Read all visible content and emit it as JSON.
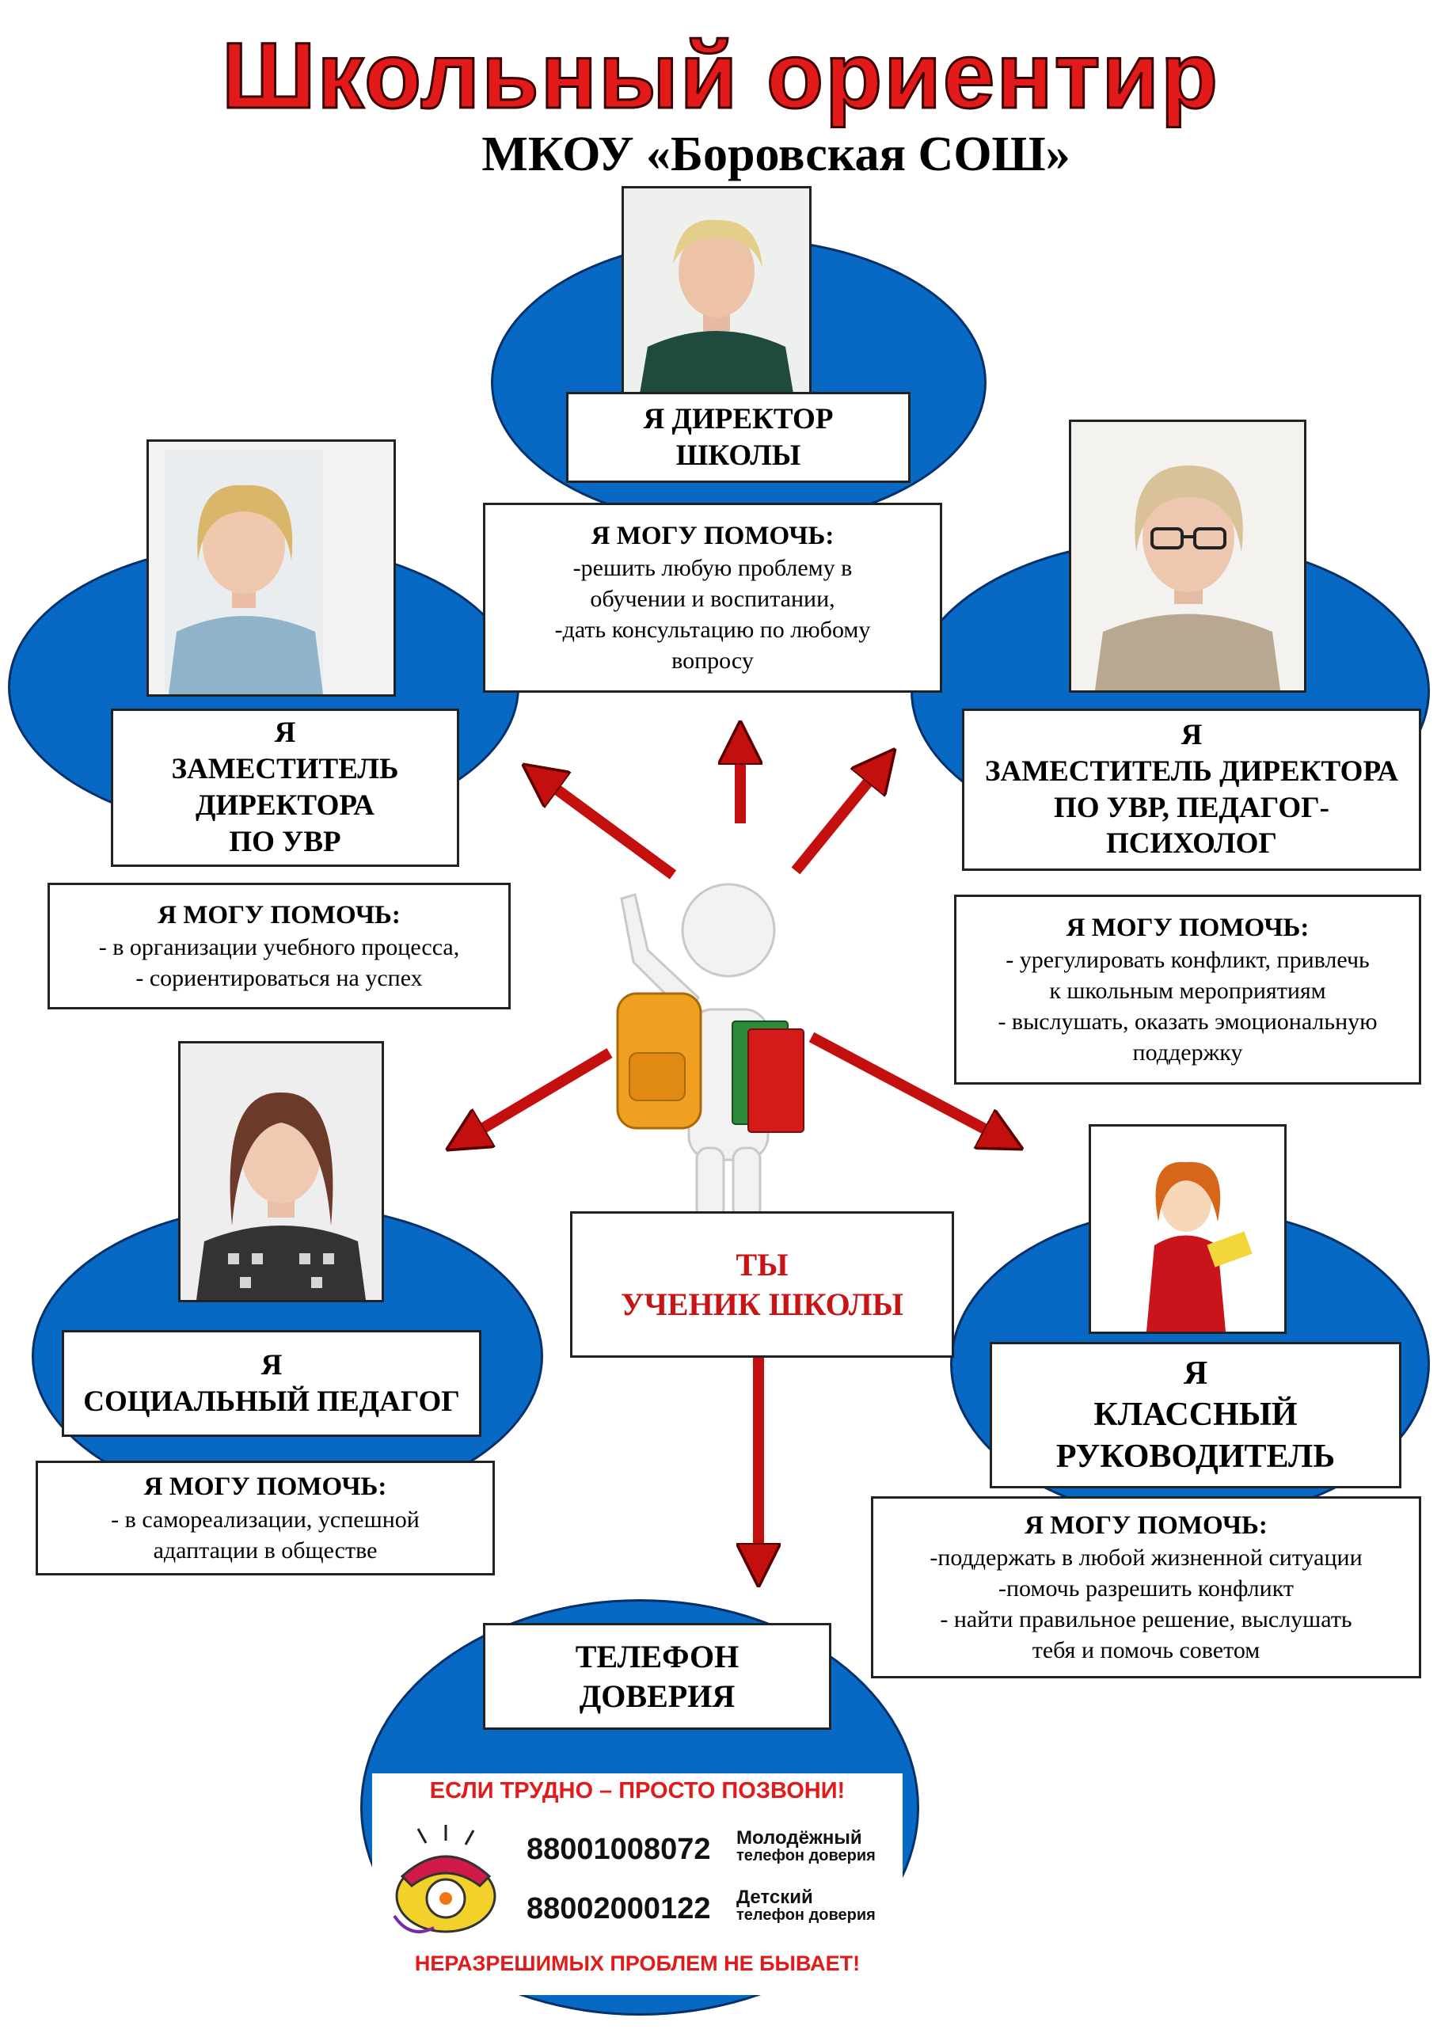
{
  "header": {
    "title": "Школьный ориентир",
    "subtitle": "МКОУ «Боровская СОШ»"
  },
  "director": {
    "role_line1": "Я ДИРЕКТОР",
    "role_line2": "ШКОЛЫ",
    "help_title": "Я МОГУ ПОМОЧЬ:",
    "help_lines": [
      "-решить любую проблему в",
      "обучении и воспитании,",
      "-дать консультацию по любому",
      "вопросу"
    ]
  },
  "deputy_uvr": {
    "role_lines": [
      "Я",
      "ЗАМЕСТИТЕЛЬ",
      "ДИРЕКТОРА",
      "ПО УВР"
    ],
    "help_title": "Я МОГУ ПОМОЧЬ:",
    "help_lines": [
      "- в организации учебного процесса,",
      "- сориентироваться на успех"
    ]
  },
  "deputy_psych": {
    "role_lines": [
      "Я",
      "ЗАМЕСТИТЕЛЬ ДИРЕКТОРА",
      "ПО УВР, ПЕДАГОГ-",
      "ПСИХОЛОГ"
    ],
    "help_title": "Я МОГУ ПОМОЧЬ:",
    "help_lines": [
      "- урегулировать конфликт, привлечь",
      "к школьным мероприятиям",
      "- выслушать, оказать эмоциональную",
      "поддержку"
    ]
  },
  "social_teacher": {
    "role_lines": [
      "Я",
      "СОЦИАЛЬНЫЙ ПЕДАГОГ"
    ],
    "help_title": "Я МОГУ ПОМОЧЬ:",
    "help_lines": [
      "- в самореализации, успешной",
      "адаптации в обществе"
    ]
  },
  "class_teacher": {
    "role_lines": [
      "Я",
      "КЛАССНЫЙ",
      "РУКОВОДИТЕЛЬ"
    ],
    "help_title": "Я МОГУ ПОМОЧЬ:",
    "help_lines": [
      "-поддержать в любой жизненной ситуации",
      "-помочь разрешить конфликт",
      "-  найти правильное решение, выслушать",
      "тебя и помочь советом"
    ]
  },
  "student": {
    "line1": "ТЫ",
    "line2": "УЧЕНИК ШКОЛЫ"
  },
  "trust_phone": {
    "role_lines": [
      "ТЕЛЕФОН",
      "ДОВЕРИЯ"
    ],
    "banner_top": "ЕСЛИ ТРУДНО – ПРОСТО ПОЗВОНИ!",
    "number1": "88001008072",
    "label1_line1": "Молодёжный",
    "label1_line2": "телефон доверия",
    "number2": "88002000122",
    "label2_line1": "Детский",
    "label2_line2": "телефон доверия",
    "banner_bottom": "НЕРАЗРЕШИМЫХ ПРОБЛЕМ НЕ БЫВАЕТ!"
  },
  "colors": {
    "ellipse_blue": "#0869c4",
    "title_red": "#e31a1a",
    "arrow_red": "#c40f0f"
  }
}
